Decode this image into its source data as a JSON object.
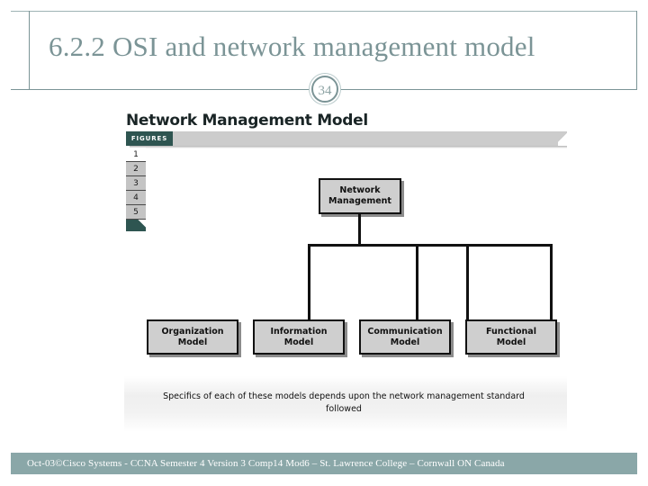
{
  "slide": {
    "title": "6.2.2  OSI and network management model",
    "page_number": "34",
    "accent_color": "#7b9496",
    "footer_band_color": "#8aa7a8",
    "footer_text": "Oct-03©Cisco Systems - CCNA Semester 4 Version 3 Comp14 Mod6 – St. Lawrence College – Cornwall ON Canada"
  },
  "figure": {
    "heading": "Network Management Model",
    "tab_label": "FIGURES",
    "tab_color": "#2e5551",
    "bar_color": "#cccccc",
    "nav_items": [
      {
        "label": "1",
        "state": "active"
      },
      {
        "label": "2",
        "state": "dim"
      },
      {
        "label": "3",
        "state": "dim"
      },
      {
        "label": "4",
        "state": "dim"
      },
      {
        "label": "5",
        "state": "dim"
      }
    ],
    "caption": "Specifics of each of these models depends upon the network management standard followed"
  },
  "chart_data": {
    "type": "diagram",
    "diagram_kind": "org-chart-tree",
    "title": "Network Management Model",
    "node_fill": "#cfcfcf",
    "node_border": "#111111",
    "root": {
      "id": "network-management",
      "label": "Network\nManagement"
    },
    "children": [
      {
        "id": "organization-model",
        "label": "Organization\nModel"
      },
      {
        "id": "information-model",
        "label": "Information\nModel"
      },
      {
        "id": "communication-model",
        "label": "Communication\nModel"
      },
      {
        "id": "functional-model",
        "label": "Functional\nModel"
      }
    ],
    "edges": [
      {
        "from": "network-management",
        "to": "organization-model"
      },
      {
        "from": "network-management",
        "to": "information-model"
      },
      {
        "from": "network-management",
        "to": "communication-model"
      },
      {
        "from": "network-management",
        "to": "functional-model"
      }
    ],
    "note": "Specifics of each of these models depends upon the network management standard followed"
  }
}
